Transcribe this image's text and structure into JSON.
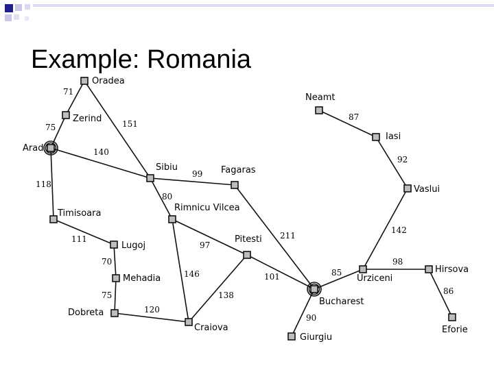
{
  "slide": {
    "title": "Example: Romania"
  },
  "map": {
    "cities": [
      {
        "id": "oradea",
        "name": "Oradea"
      },
      {
        "id": "zerind",
        "name": "Zerind"
      },
      {
        "id": "arad",
        "name": "Arad",
        "highlighted": true
      },
      {
        "id": "timisoara",
        "name": "Timisoara"
      },
      {
        "id": "lugoj",
        "name": "Lugoj"
      },
      {
        "id": "mehadia",
        "name": "Mehadia"
      },
      {
        "id": "dobreta",
        "name": "Dobreta"
      },
      {
        "id": "craiova",
        "name": "Craiova"
      },
      {
        "id": "sibiu",
        "name": "Sibiu"
      },
      {
        "id": "fagaras",
        "name": "Fagaras"
      },
      {
        "id": "rimnicu",
        "name": "Rimnicu Vilcea"
      },
      {
        "id": "pitesti",
        "name": "Pitesti"
      },
      {
        "id": "bucharest",
        "name": "Bucharest",
        "highlighted": true
      },
      {
        "id": "giurgiu",
        "name": "Giurgiu"
      },
      {
        "id": "urziceni",
        "name": "Urziceni"
      },
      {
        "id": "hirsova",
        "name": "Hirsova"
      },
      {
        "id": "eforie",
        "name": "Eforie"
      },
      {
        "id": "vaslui",
        "name": "Vaslui"
      },
      {
        "id": "iasi",
        "name": "Iasi"
      },
      {
        "id": "neamt",
        "name": "Neamt"
      }
    ],
    "roads": [
      {
        "from": "oradea",
        "to": "zerind",
        "distance": "71"
      },
      {
        "from": "zerind",
        "to": "arad",
        "distance": "75"
      },
      {
        "from": "oradea",
        "to": "sibiu",
        "distance": "151"
      },
      {
        "from": "arad",
        "to": "sibiu",
        "distance": "140"
      },
      {
        "from": "arad",
        "to": "timisoara",
        "distance": "118"
      },
      {
        "from": "timisoara",
        "to": "lugoj",
        "distance": "111"
      },
      {
        "from": "lugoj",
        "to": "mehadia",
        "distance": "70"
      },
      {
        "from": "mehadia",
        "to": "dobreta",
        "distance": "75"
      },
      {
        "from": "dobreta",
        "to": "craiova",
        "distance": "120"
      },
      {
        "from": "sibiu",
        "to": "fagaras",
        "distance": "99"
      },
      {
        "from": "sibiu",
        "to": "rimnicu",
        "distance": "80"
      },
      {
        "from": "rimnicu",
        "to": "pitesti",
        "distance": "97"
      },
      {
        "from": "rimnicu",
        "to": "craiova",
        "distance": "146"
      },
      {
        "from": "craiova",
        "to": "pitesti",
        "distance": "138"
      },
      {
        "from": "fagaras",
        "to": "bucharest",
        "distance": "211"
      },
      {
        "from": "pitesti",
        "to": "bucharest",
        "distance": "101"
      },
      {
        "from": "bucharest",
        "to": "giurgiu",
        "distance": "90"
      },
      {
        "from": "bucharest",
        "to": "urziceni",
        "distance": "85"
      },
      {
        "from": "urziceni",
        "to": "hirsova",
        "distance": "98"
      },
      {
        "from": "hirsova",
        "to": "eforie",
        "distance": "86"
      },
      {
        "from": "urziceni",
        "to": "vaslui",
        "distance": "142"
      },
      {
        "from": "vaslui",
        "to": "iasi",
        "distance": "92"
      },
      {
        "from": "iasi",
        "to": "neamt",
        "distance": "87"
      }
    ]
  }
}
